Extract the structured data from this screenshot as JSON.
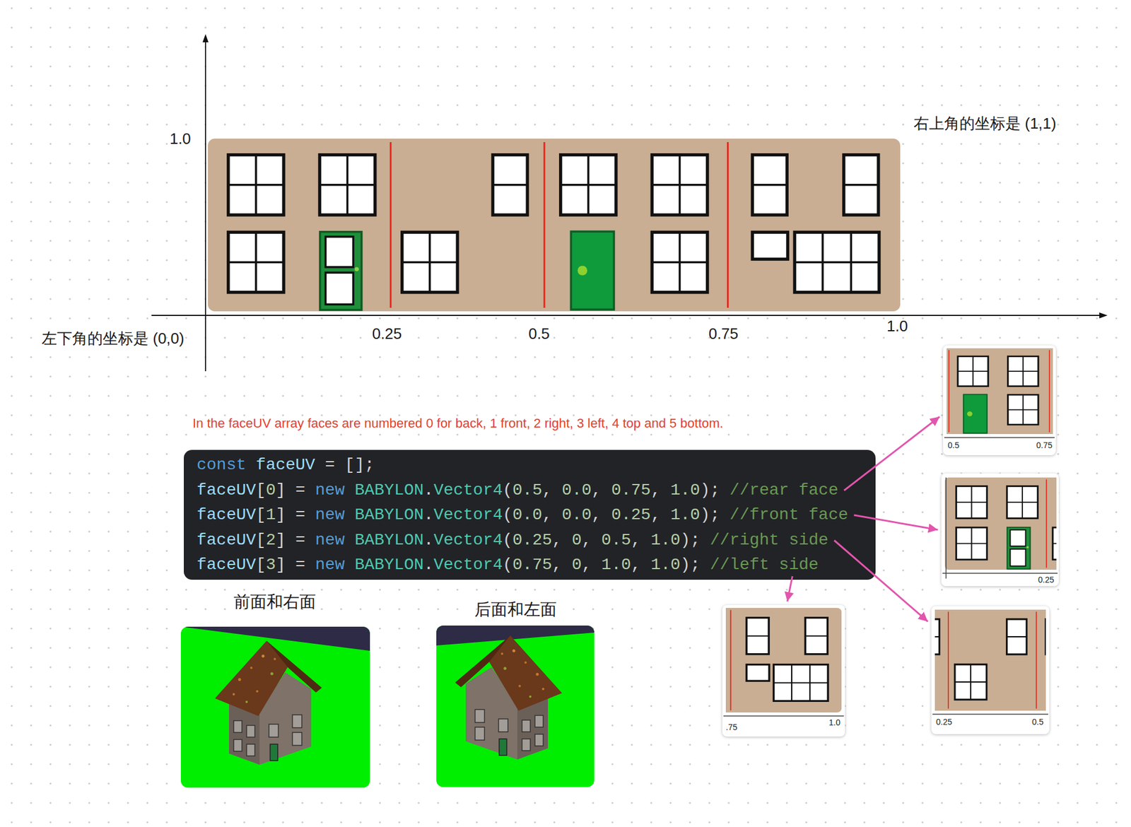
{
  "diagram": {
    "nodes": [
      {
        "text": [
          "const faceUV = [];"
        ]
      },
      {
        "text": [
          "faceUV[0] = new BABYLON.Vector4(0.5, 0.0, 0.75, 1.0); //rear face"
        ],
        "in": 0
      },
      {
        "text": [
          "faceUV[1] = new BABYLON.Vector4(0.0, 0.0, 0.25, 1.0); //front face"
        ],
        "in": 0
      },
      {
        "text": [
          "faceUV[2] = new BABYLON.Vector4(0.25, 0, 0.5, 1.0); //right side"
        ],
        "in": 0
      },
      {
        "text": [
          "faceUV[3] = new BABYLON.Vector4(0.75, 0, 1.0, 1.0); //left side"
        ],
        "in": 0
      },
      {
        "text": [
          "0.5",
          "0.75"
        ]
      },
      {
        "text": [
          "0.25"
        ]
      },
      {
        "text": [
          "0.25",
          "0.5"
        ]
      },
      {
        "text": [
          ".75",
          "1.0"
        ]
      }
    ],
    "edges": [
      {
        "from": 1,
        "to": 5,
        "arrow": "to"
      },
      {
        "from": 2,
        "to": 6,
        "arrow": "to"
      },
      {
        "from": 3,
        "to": 7,
        "arrow": "to"
      },
      {
        "from": 4,
        "to": 8,
        "arrow": "to"
      }
    ],
    "labels": [
      "1.0",
      "右上角的坐标是 (1,1)",
      "左下角的坐标是 (0,0)",
      "0.25",
      "0.5",
      "0.75",
      "1.0",
      "In the faceUV array faces are numbered 0 for back, 1 front, 2 right, 3 left, 4 top and 5 bottom.",
      "前面和右面",
      "后面和左面"
    ]
  }
}
